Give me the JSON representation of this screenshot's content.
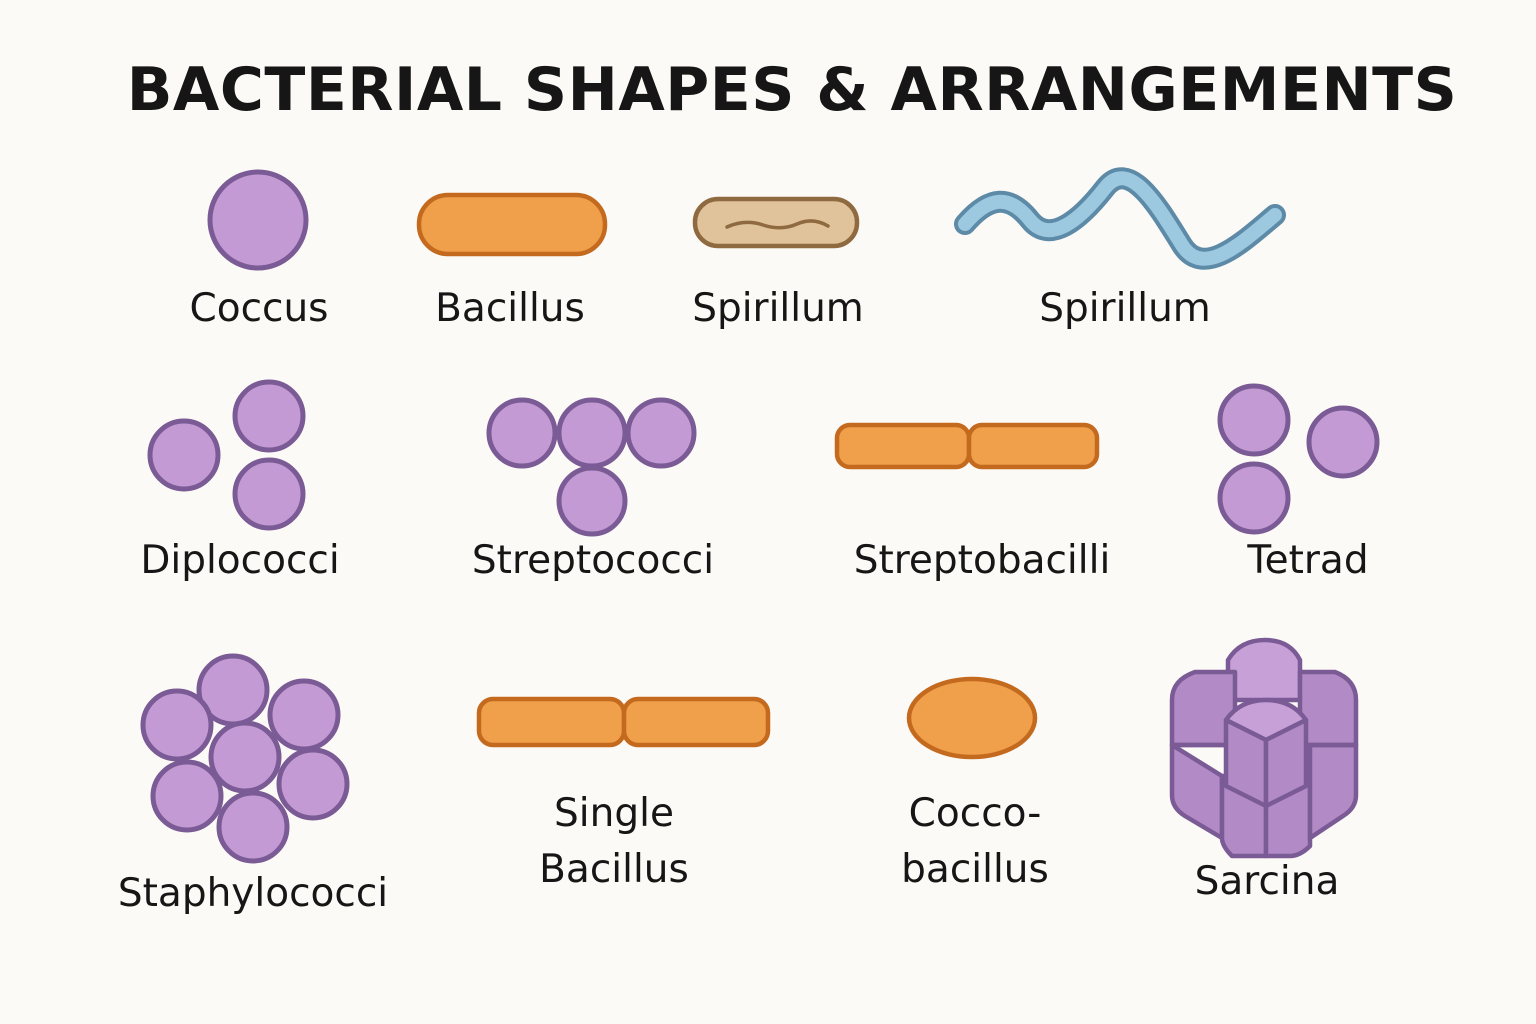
{
  "title": "BACTERIAL SHAPES & ARRANGEMENTS",
  "colors": {
    "background": "#fcfaf6",
    "coccus_fill": "#c39ad3",
    "coccus_stroke": "#7b5b95",
    "rod_fill": "#f0a04b",
    "rod_stroke": "#c46a1f",
    "vibrio_fill": "#e0c39a",
    "vibrio_stroke": "#8f6a40",
    "spiral_fill": "#9cc8e0",
    "spiral_stroke": "#5c8aa7"
  },
  "row1": {
    "coccus": "Coccus",
    "bacillus": "Bacillus",
    "spirillum_short": "Spirillum",
    "spirillum_wave": "Spirillum"
  },
  "row2": {
    "diplococci": "Diplococci",
    "streptococci": "Streptococci",
    "streptobacilli": "Streptobacilli",
    "tetrad": "Tetrad"
  },
  "row3": {
    "staphylococci": "Staphylococci",
    "single_bacillus_line1": "Single",
    "single_bacillus_line2": "Bacillus",
    "coccobacillus_line1": "Cocco-",
    "coccobacillus_line2": "bacillus",
    "sarcina": "Sarcina"
  }
}
